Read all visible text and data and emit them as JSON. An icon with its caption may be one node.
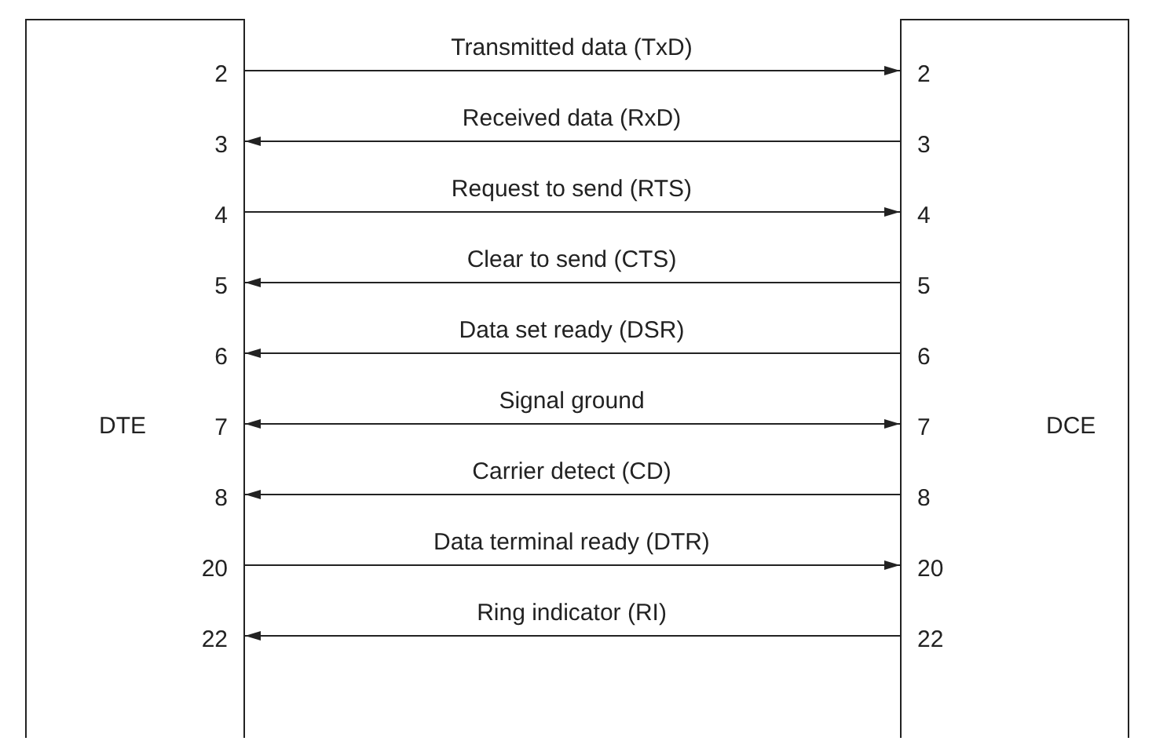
{
  "diagram": {
    "nodes": [
      {
        "text": [
          "DTE"
        ]
      },
      {
        "text": [
          "DCE"
        ]
      }
    ],
    "edges": [
      {
        "from": 0,
        "to": 1,
        "arrow": "to",
        "label": "Transmitted data (TxD)"
      },
      {
        "from": 1,
        "to": 0,
        "arrow": "to",
        "label": "Received data (RxD)"
      },
      {
        "from": 0,
        "to": 1,
        "arrow": "to",
        "label": "Request to send (RTS)"
      },
      {
        "from": 1,
        "to": 0,
        "arrow": "to",
        "label": "Clear to send (CTS)"
      },
      {
        "from": 1,
        "to": 0,
        "arrow": "to",
        "label": "Data set ready (DSR)"
      },
      {
        "from": 0,
        "to": 1,
        "arrow": "both",
        "label": "Signal ground"
      },
      {
        "from": 1,
        "to": 0,
        "arrow": "to",
        "label": "Carrier detect (CD)"
      },
      {
        "from": 0,
        "to": 1,
        "arrow": "to",
        "label": "Data terminal ready (DTR)"
      },
      {
        "from": 1,
        "to": 0,
        "arrow": "to",
        "label": "Ring indicator (RI)"
      }
    ],
    "labels": [
      "2",
      "2",
      "3",
      "3",
      "4",
      "4",
      "5",
      "5",
      "6",
      "6",
      "7",
      "7",
      "8",
      "8",
      "20",
      "20",
      "22",
      "22"
    ]
  }
}
